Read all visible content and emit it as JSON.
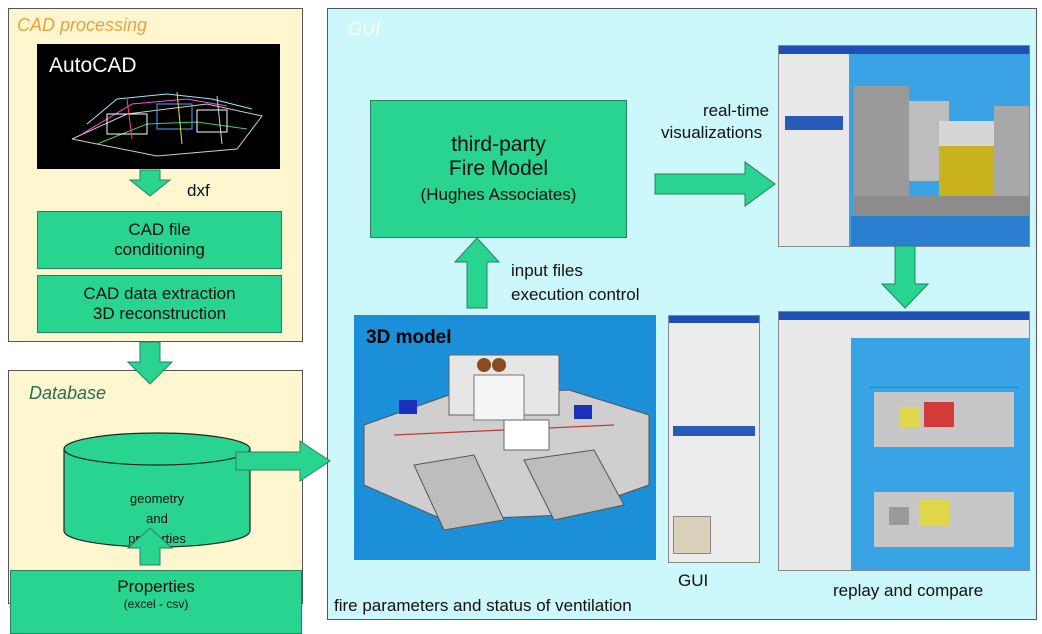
{
  "cad": {
    "title": "CAD processing",
    "autocad_label": "AutoCAD",
    "dxf_label": "dxf",
    "box1": {
      "line1": "CAD file",
      "line2": "conditioning"
    },
    "box2": {
      "line1": "CAD data extraction",
      "line2": "3D reconstruction"
    }
  },
  "database": {
    "title": "Database",
    "cylinder": {
      "line1": "geometry",
      "line2": "and",
      "line3": "properties"
    }
  },
  "properties": {
    "line1": "Properties",
    "line2": "(excel - csv)"
  },
  "gui": {
    "title": "GUI",
    "fire_model": {
      "line1": "third-party",
      "line2": "Fire Model",
      "line3": "(Hughes Associates)"
    },
    "realtime": {
      "line1": "real-time",
      "line2": "visualizations"
    },
    "input": {
      "line1": "input files",
      "line2": "execution control"
    },
    "model_label": "3D model",
    "gui_label": "GUI",
    "fire_params": "fire parameters and status of ventilation",
    "replay": "replay and compare"
  },
  "colors": {
    "green": "#28d490",
    "cream": "#fdf6cf",
    "cyan": "#ccf7fb",
    "orange": "#e8a33a",
    "model_bg": "#1c8fd9"
  }
}
